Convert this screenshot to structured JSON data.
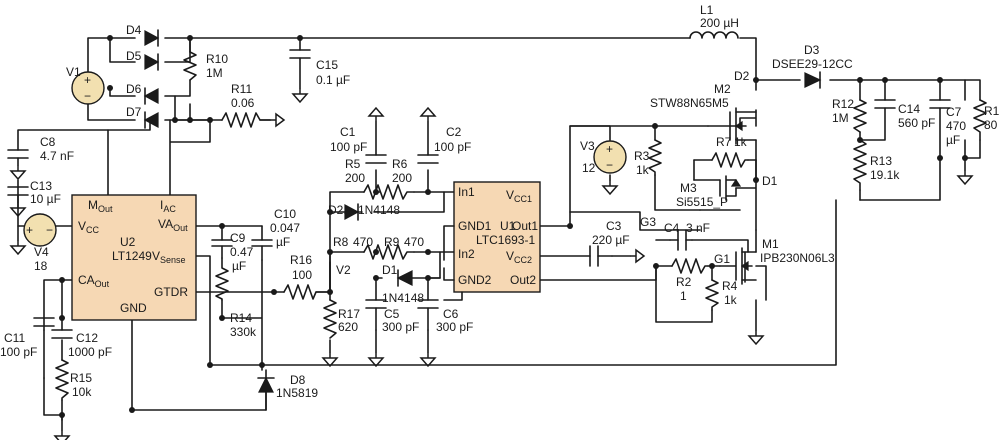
{
  "components": {
    "V1": {
      "ref": "V1"
    },
    "V3": {
      "ref": "V3",
      "value": "12"
    },
    "V4": {
      "ref": "V4",
      "value": "18"
    },
    "D4": {
      "ref": "D4"
    },
    "D5": {
      "ref": "D5"
    },
    "D6": {
      "ref": "D6"
    },
    "D7": {
      "ref": "D7"
    },
    "R10": {
      "ref": "R10",
      "value": "1M"
    },
    "R11": {
      "ref": "R11",
      "value": "0.06"
    },
    "C15": {
      "ref": "C15",
      "value": "0.1 µF"
    },
    "C8": {
      "ref": "C8",
      "value": "4.7 nF"
    },
    "C13": {
      "ref": "C13",
      "value": "10 µF"
    },
    "L1": {
      "ref": "L1",
      "value": "200 µH"
    },
    "D3": {
      "ref": "D3",
      "value": "DSEE29-12CC"
    },
    "D2": {
      "ref": "D2"
    },
    "M2": {
      "ref": "M2",
      "value": "STW88N65M5"
    },
    "R12": {
      "ref": "R12",
      "value": "1M"
    },
    "R13": {
      "ref": "R13",
      "value": "19.1k"
    },
    "C14": {
      "ref": "C14",
      "value": "560 pF"
    },
    "C7": {
      "ref": "C7",
      "value1": "470",
      "value2": "µF"
    },
    "R1": {
      "ref": "R1",
      "value": "80"
    },
    "C1": {
      "ref": "C1",
      "value": "100 pF"
    },
    "C2": {
      "ref": "C2",
      "value": "100 pF"
    },
    "R5": {
      "ref": "R5",
      "value": "200"
    },
    "R6": {
      "ref": "R6",
      "value": "200"
    },
    "D21": {
      "ref": "D21",
      "value": "1N4148"
    },
    "R8": {
      "ref": "R8",
      "value": "470"
    },
    "R9": {
      "ref": "R9",
      "value": "470"
    },
    "D1a": {
      "ref": "D1",
      "value": "1N4148"
    },
    "V2": {
      "ref": "V2"
    },
    "C5": {
      "ref": "C5",
      "value": "300 pF"
    },
    "C6": {
      "ref": "C6",
      "value": "300 pF"
    },
    "R16": {
      "ref": "R16",
      "value": "100"
    },
    "R17": {
      "ref": "R17",
      "value": "620"
    },
    "R3": {
      "ref": "R3",
      "value": "1k"
    },
    "R7": {
      "ref": "R7",
      "value": "1k"
    },
    "M3": {
      "ref": "M3",
      "value": "Si5515_P"
    },
    "D1b": {
      "ref": "D1"
    },
    "G3": {
      "ref": "G3"
    },
    "C3": {
      "ref": "C3",
      "value": "220 µF"
    },
    "C4": {
      "ref": "C4",
      "value": "3 nF"
    },
    "G1": {
      "ref": "G1"
    },
    "M1": {
      "ref": "M1",
      "value": "IPB230N06L3"
    },
    "R2": {
      "ref": "R2",
      "value": "1"
    },
    "R4": {
      "ref": "R4",
      "value": "1k"
    },
    "C9": {
      "ref": "C9",
      "value1": "0.47",
      "value2": "µF"
    },
    "C10": {
      "ref": "C10",
      "value1": "0.047",
      "value2": "µF"
    },
    "R14": {
      "ref": "R14",
      "value": "330k"
    },
    "D8": {
      "ref": "D8",
      "value": "1N5819"
    },
    "C11": {
      "ref": "C11",
      "value": "100 pF"
    },
    "C12": {
      "ref": "C12",
      "value": "1000 pF"
    },
    "R15": {
      "ref": "R15",
      "value": "10k"
    }
  },
  "U2": {
    "ref": "U2",
    "part": "LT1249",
    "pins": {
      "mout": "M",
      "mout_sub": "Out",
      "iac": "I",
      "iac_sub": "AC",
      "vaout": "VA",
      "vaout_sub": "Out",
      "vcc": "V",
      "vcc_sub": "CC",
      "vsense": "V",
      "vsense_sub": "Sense",
      "caout": "CA",
      "caout_sub": "Out",
      "gtdr": "GTDR",
      "gnd": "GND"
    }
  },
  "U1": {
    "ref": "U1",
    "part": "LTC1693-1",
    "pins": {
      "in1": "In1",
      "gnd1": "GND1",
      "in2": "In2",
      "gnd2": "GND2",
      "vcc1": "V",
      "vcc1_sub": "CC1",
      "out1": "Out1",
      "vcc2": "V",
      "vcc2_sub": "CC2",
      "out2": "Out2"
    }
  },
  "colors": {
    "ic_fill": "#f6d8b4",
    "source_fill": "#f2e0b0",
    "wire": "#1a1a1a"
  }
}
